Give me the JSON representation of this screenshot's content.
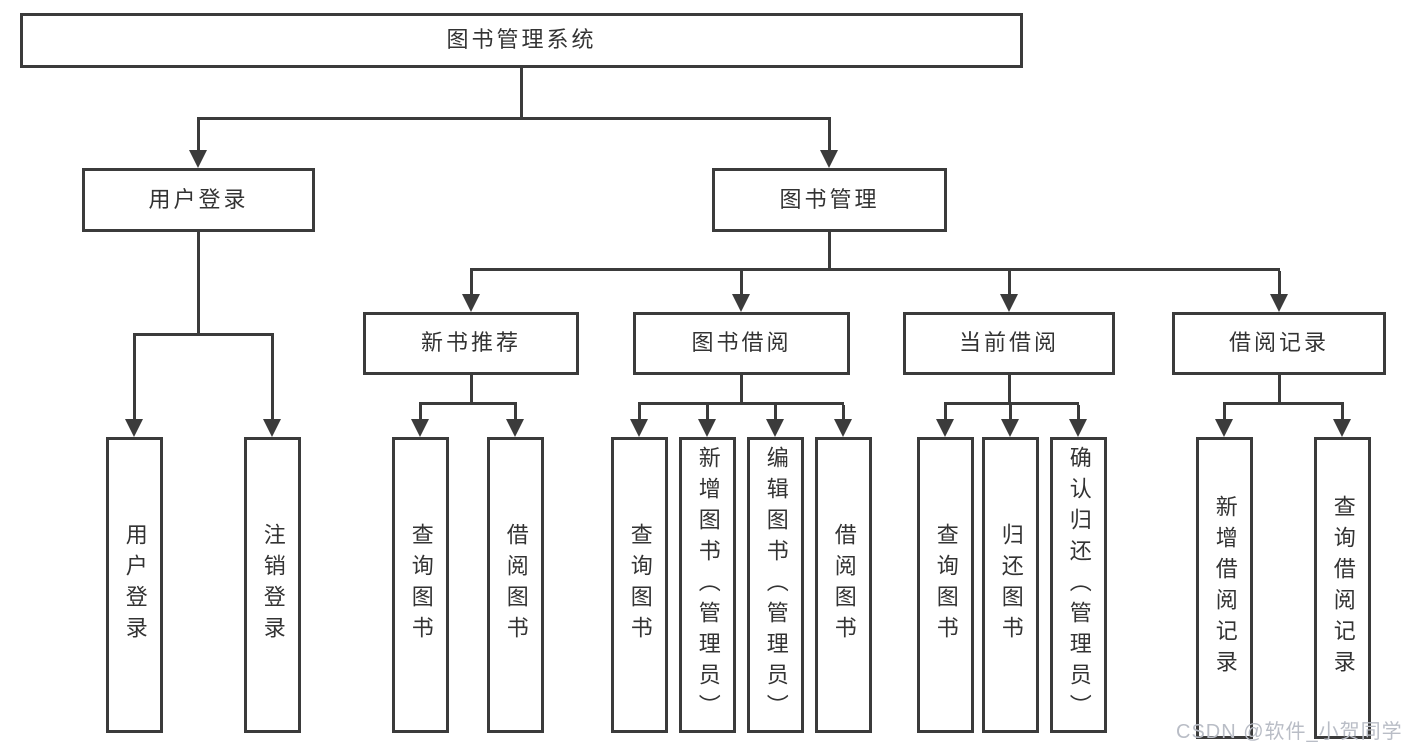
{
  "tree": {
    "root": {
      "label": "图书管理系统"
    },
    "branches": [
      {
        "label": "用户登录",
        "children": [
          {
            "label": "用户登录"
          },
          {
            "label": "注销登录"
          }
        ]
      },
      {
        "label": "图书管理",
        "children": [
          {
            "label": "新书推荐",
            "children": [
              {
                "label": "查询图书"
              },
              {
                "label": "借阅图书"
              }
            ]
          },
          {
            "label": "图书借阅",
            "children": [
              {
                "label": "查询图书"
              },
              {
                "label": "新增图书（管理员）"
              },
              {
                "label": "编辑图书（管理员）"
              },
              {
                "label": "借阅图书"
              }
            ]
          },
          {
            "label": "当前借阅",
            "children": [
              {
                "label": "查询图书"
              },
              {
                "label": "归还图书"
              },
              {
                "label": "确认归还（管理员）"
              }
            ]
          },
          {
            "label": "借阅记录",
            "children": [
              {
                "label": "新增借阅记录"
              },
              {
                "label": "查询借阅记录"
              }
            ]
          }
        ]
      }
    ]
  },
  "watermark": "CSDN @软件_小贺同学",
  "colors": {
    "line": "#3b3b3b",
    "text": "#333333",
    "watermark": "#b9bdc6",
    "background": "#ffffff"
  }
}
